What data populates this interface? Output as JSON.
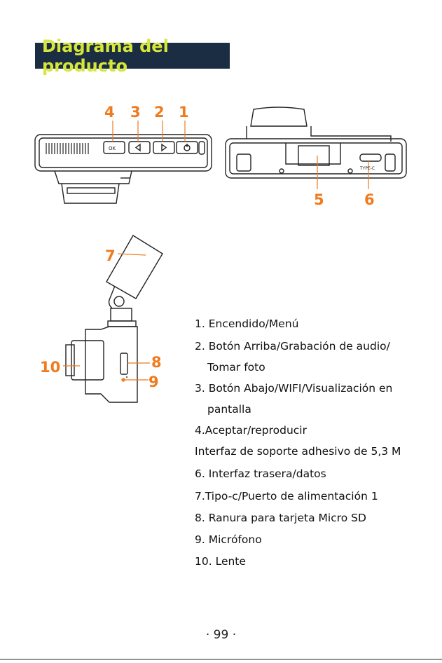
{
  "section_title": "Diagrama del producto",
  "callouts": {
    "c1": "1",
    "c2": "2",
    "c3": "3",
    "c4": "4",
    "c5": "5",
    "c6": "6",
    "c7": "7",
    "c8": "8",
    "c9": "9",
    "c10": "10"
  },
  "button_labels": {
    "ok": "OK",
    "port": "TYPE-C"
  },
  "features": [
    "1. Encendido/Menú",
    "2. Botón Arriba/Grabación de audio/",
    "Tomar foto",
    "3. Botón Abajo/WIFI/Visualización en",
    "pantalla",
    "4.Aceptar/reproducir",
    "Interfaz de soporte adhesivo de 5,3 M",
    "6. Interfaz trasera/datos",
    "7.Tipo-c/Puerto de alimentación 1",
    "8. Ranura para tarjeta Micro SD",
    "9. Micrófono",
    "10. Lente"
  ],
  "page_number": "· 99 ·",
  "colors": {
    "title_bg": "#1a2d42",
    "title_fg": "#d7e63a",
    "callout": "#f07a1c"
  }
}
